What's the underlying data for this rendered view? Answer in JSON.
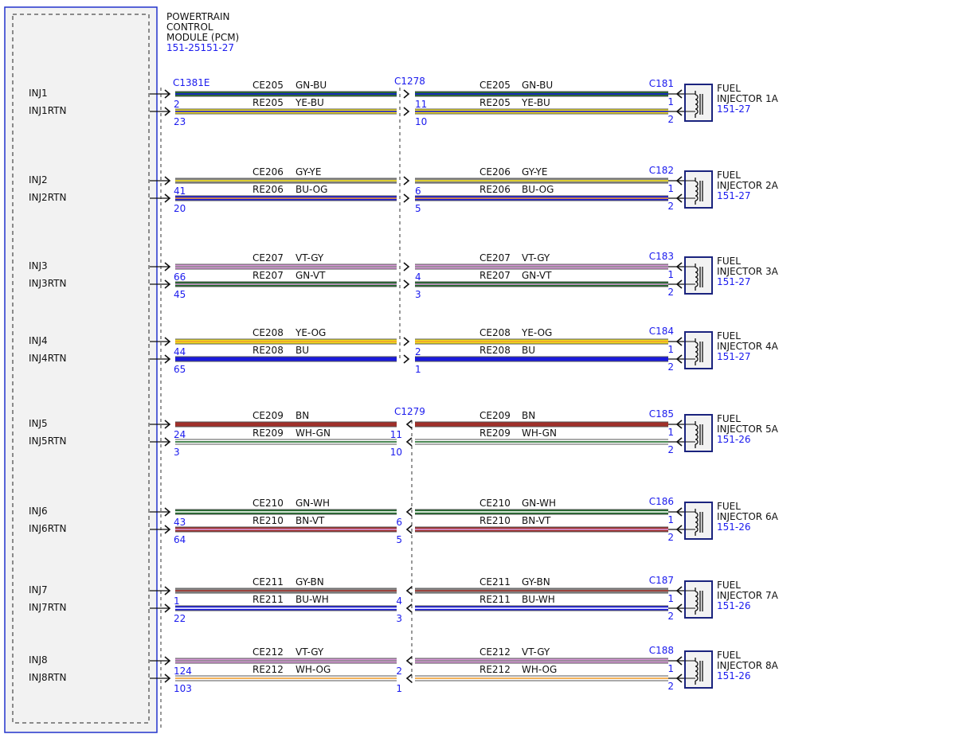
{
  "colors": {
    "module_border": "#2233cc",
    "module_fill": "#f2f2f2",
    "ref_text": "#1a1aee",
    "line": "#111111",
    "wire": {
      "GN": "#1f6b2a",
      "BU": "#1a1adb",
      "YE": "#f0de1a",
      "GY": "#8a8a8a",
      "OG": "#f0a030",
      "VT": "#d998d9",
      "BN": "#a0302a",
      "WH": "#ffffff",
      "RD": "#cc2a2a"
    }
  },
  "module": {
    "title_lines": [
      "POWERTRAIN",
      "CONTROL",
      "MODULE (PCM)"
    ],
    "ref": "151-25151-27"
  },
  "connectors": [
    {
      "name": "C1381E",
      "rows": [
        0
      ]
    },
    {
      "name": "C1278",
      "rows": [
        0,
        1,
        2,
        3
      ]
    },
    {
      "name": "C1279",
      "rows": [
        4,
        5,
        6,
        7
      ]
    }
  ],
  "circuits": [
    {
      "pins": [
        "INJ1",
        "INJ1RTN"
      ],
      "component": {
        "connector": "C181",
        "lines": [
          "FUEL",
          "INJECTOR 1A"
        ],
        "ref": "151-27",
        "pins": [
          "1",
          "2"
        ]
      },
      "wires": [
        {
          "circuit": "CE205",
          "color": "GN-BU",
          "pcm_pin": "2",
          "inline_pin": "11"
        },
        {
          "circuit": "RE205",
          "color": "YE-BU",
          "pcm_pin": "23",
          "inline_pin": "10"
        }
      ]
    },
    {
      "pins": [
        "INJ2",
        "INJ2RTN"
      ],
      "component": {
        "connector": "C182",
        "lines": [
          "FUEL",
          "INJECTOR 2A"
        ],
        "ref": "151-27",
        "pins": [
          "1",
          "2"
        ]
      },
      "wires": [
        {
          "circuit": "CE206",
          "color": "GY-YE",
          "pcm_pin": "41",
          "inline_pin": "6"
        },
        {
          "circuit": "RE206",
          "color": "BU-OG",
          "pcm_pin": "20",
          "inline_pin": "5"
        }
      ]
    },
    {
      "pins": [
        "INJ3",
        "INJ3RTN"
      ],
      "component": {
        "connector": "C183",
        "lines": [
          "FUEL",
          "INJECTOR 3A"
        ],
        "ref": "151-27",
        "pins": [
          "1",
          "2"
        ]
      },
      "wires": [
        {
          "circuit": "CE207",
          "color": "VT-GY",
          "pcm_pin": "66",
          "inline_pin": "4"
        },
        {
          "circuit": "RE207",
          "color": "GN-VT",
          "pcm_pin": "45",
          "inline_pin": "3"
        }
      ]
    },
    {
      "pins": [
        "INJ4",
        "INJ4RTN"
      ],
      "component": {
        "connector": "C184",
        "lines": [
          "FUEL",
          "INJECTOR 4A"
        ],
        "ref": "151-27",
        "pins": [
          "1",
          "2"
        ]
      },
      "wires": [
        {
          "circuit": "CE208",
          "color": "YE-OG",
          "pcm_pin": "44",
          "inline_pin": "2"
        },
        {
          "circuit": "RE208",
          "color": "BU",
          "pcm_pin": "65",
          "inline_pin": "1"
        }
      ]
    },
    {
      "pins": [
        "INJ5",
        "INJ5RTN"
      ],
      "component": {
        "connector": "C185",
        "lines": [
          "FUEL",
          "INJECTOR 5A"
        ],
        "ref": "151-26",
        "pins": [
          "1",
          "2"
        ]
      },
      "wires": [
        {
          "circuit": "CE209",
          "color": "BN",
          "pcm_pin": "24",
          "inline_pin": "11"
        },
        {
          "circuit": "RE209",
          "color": "WH-GN",
          "pcm_pin": "3",
          "inline_pin": "10"
        }
      ]
    },
    {
      "pins": [
        "INJ6",
        "INJ6RTN"
      ],
      "component": {
        "connector": "C186",
        "lines": [
          "FUEL",
          "INJECTOR 6A"
        ],
        "ref": "151-26",
        "pins": [
          "1",
          "2"
        ]
      },
      "wires": [
        {
          "circuit": "CE210",
          "color": "GN-WH",
          "pcm_pin": "43",
          "inline_pin": "6"
        },
        {
          "circuit": "RE210",
          "color": "BN-VT",
          "pcm_pin": "64",
          "inline_pin": "5"
        }
      ]
    },
    {
      "pins": [
        "INJ7",
        "INJ7RTN"
      ],
      "component": {
        "connector": "C187",
        "lines": [
          "FUEL",
          "INJECTOR 7A"
        ],
        "ref": "151-26",
        "pins": [
          "1",
          "2"
        ]
      },
      "wires": [
        {
          "circuit": "CE211",
          "color": "GY-BN",
          "pcm_pin": "1",
          "inline_pin": "4"
        },
        {
          "circuit": "RE211",
          "color": "BU-WH",
          "pcm_pin": "22",
          "inline_pin": "3"
        }
      ]
    },
    {
      "pins": [
        "INJ8",
        "INJ8RTN"
      ],
      "component": {
        "connector": "C188",
        "lines": [
          "FUEL",
          "INJECTOR 8A"
        ],
        "ref": "151-26",
        "pins": [
          "1",
          "2"
        ]
      },
      "wires": [
        {
          "circuit": "CE212",
          "color": "VT-GY",
          "pcm_pin": "124",
          "inline_pin": "2"
        },
        {
          "circuit": "RE212",
          "color": "WH-OG",
          "pcm_pin": "103",
          "inline_pin": "1"
        }
      ]
    }
  ]
}
